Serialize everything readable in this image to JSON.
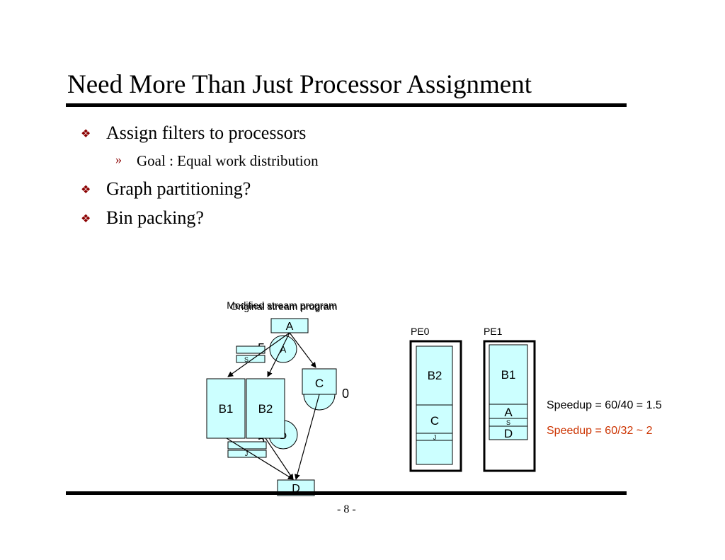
{
  "slide": {
    "title": "Need More Than Just Processor Assignment",
    "bullets": [
      {
        "text": "Assign filters to processors",
        "sub": [
          "Goal : Equal work distribution"
        ]
      },
      {
        "text": "Graph partitioning?"
      },
      {
        "text": "Bin packing?"
      }
    ],
    "bullet_symbol": "❖",
    "sub_symbol": "»",
    "page_number": "- 8 -"
  },
  "diagram": {
    "caption_original": "Original stream program",
    "caption_modified": "Modified stream program",
    "original_nodes": {
      "a": "A",
      "b_value": "5",
      "c": "C",
      "c_value": "0",
      "d": "D",
      "d_value": "5",
      "s": "S",
      "j": "J"
    },
    "modified_nodes": {
      "a": "A",
      "b1": "B1",
      "b2": "B2",
      "c": "C",
      "d": "D"
    },
    "pe0": {
      "label": "PE0",
      "blocks": [
        "B2",
        "C",
        "J"
      ]
    },
    "pe1": {
      "label": "PE1",
      "blocks": [
        "B1",
        "A",
        "S",
        "D"
      ]
    },
    "speedup_original": "Speedup = 60/40 = 1.5",
    "speedup_modified": "Speedup = 60/32 ~ 2",
    "colors": {
      "box_fill": "#ccffff",
      "speedup_highlight": "#cc3300",
      "bullet": "#8b0000"
    }
  }
}
